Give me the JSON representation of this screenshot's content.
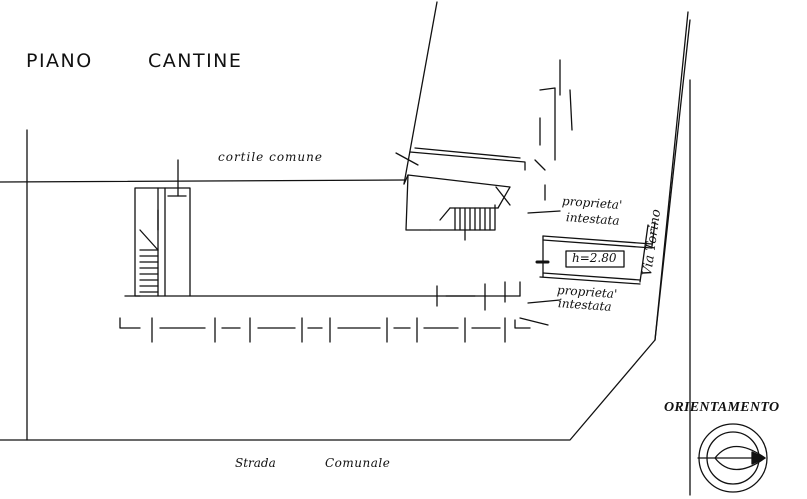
{
  "drawing": {
    "title_left": "PIANO",
    "title_right": "CANTINE",
    "courtyard_label": "cortile comune",
    "owner_label_top_1": "proprieta'",
    "owner_label_top_2": "intestata",
    "owner_label_bottom_1": "proprieta'",
    "owner_label_bottom_2": "intestata",
    "height_label": "h=2.80",
    "street_right": "Via Torino",
    "street_bottom_1": "Strada",
    "street_bottom_2": "Comunale",
    "orientation_label": "ORIENTAMENTO"
  }
}
